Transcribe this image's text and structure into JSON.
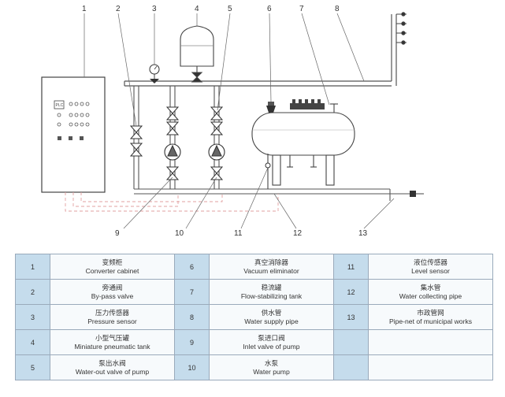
{
  "callouts": [
    "1",
    "2",
    "3",
    "4",
    "5",
    "6",
    "7",
    "8",
    "9",
    "10",
    "11",
    "12",
    "13"
  ],
  "control_panel": {
    "label": "PLC"
  },
  "legend": {
    "rows": [
      [
        {
          "num": "1",
          "zh": "变频柜",
          "en": "Converter cabinet"
        },
        {
          "num": "6",
          "zh": "真空消除器",
          "en": "Vacuum eliminator"
        },
        {
          "num": "11",
          "zh": "液位传感器",
          "en": "Level sensor"
        }
      ],
      [
        {
          "num": "2",
          "zh": "旁通阀",
          "en": "By-pass valve"
        },
        {
          "num": "7",
          "zh": "稳流罐",
          "en": "Flow-stabilizing tank"
        },
        {
          "num": "12",
          "zh": "集水管",
          "en": "Water collecting pipe"
        }
      ],
      [
        {
          "num": "3",
          "zh": "压力传感器",
          "en": "Pressure sensor"
        },
        {
          "num": "8",
          "zh": "供水管",
          "en": "Water supply pipe"
        },
        {
          "num": "13",
          "zh": "市政管网",
          "en": "Pipe-net of municipal works"
        }
      ],
      [
        {
          "num": "4",
          "zh": "小型气压罐",
          "en": "Miniature pneumatic tank"
        },
        {
          "num": "9",
          "zh": "泵进口阀",
          "en": "Inlet valve of pump"
        },
        {
          "num": "",
          "zh": "",
          "en": ""
        }
      ],
      [
        {
          "num": "5",
          "zh": "泵出水阀",
          "en": "Water-out valve of pump"
        },
        {
          "num": "10",
          "zh": "水泵",
          "en": "Water pump"
        },
        {
          "num": "",
          "zh": "",
          "en": ""
        }
      ]
    ]
  }
}
